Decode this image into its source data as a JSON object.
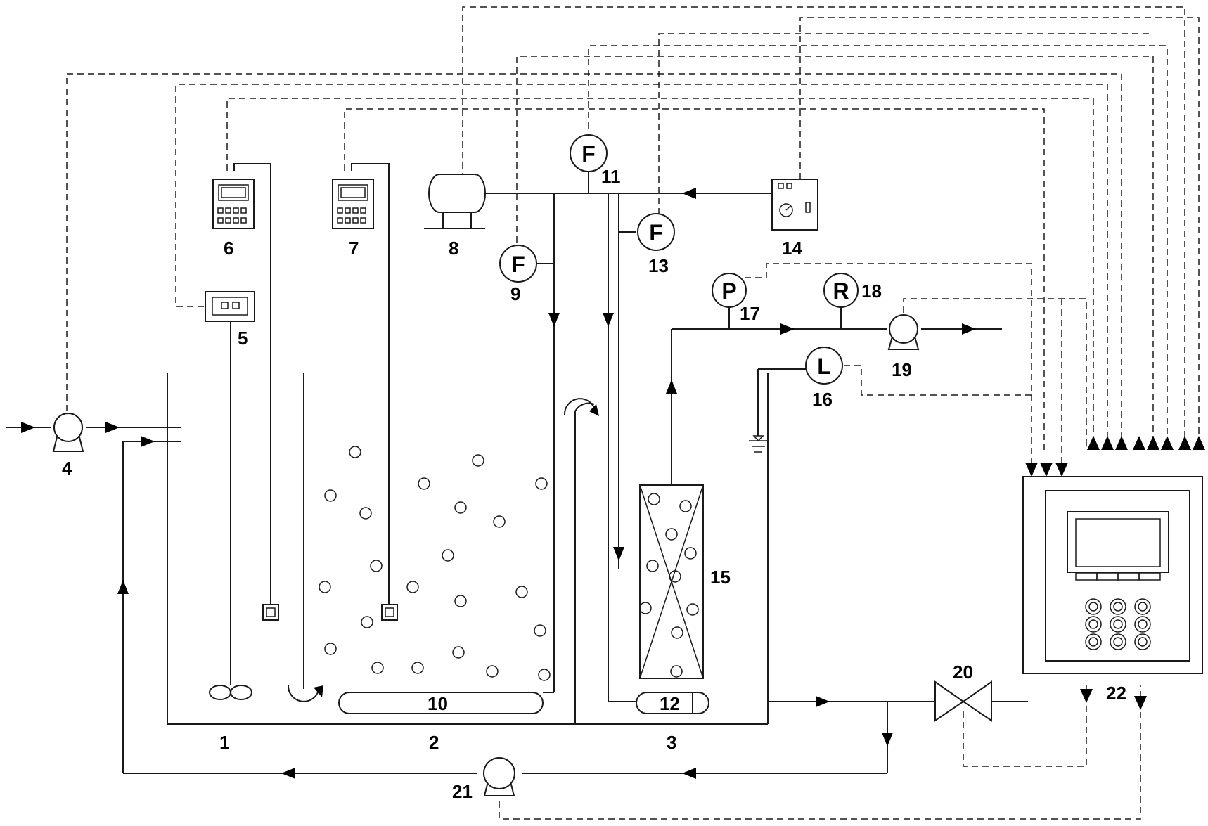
{
  "labels": {
    "n1": "1",
    "n2": "2",
    "n3": "3",
    "n4": "4",
    "n5": "5",
    "n6": "6",
    "n7": "7",
    "n8": "8",
    "n9": "9",
    "n10": "10",
    "n11": "11",
    "n12": "12",
    "n13": "13",
    "n14": "14",
    "n15": "15",
    "n16": "16",
    "n17": "17",
    "n18": "18",
    "n19": "19",
    "n20": "20",
    "n21": "21",
    "n22": "22"
  },
  "meters": {
    "flow": "F",
    "pressure": "P",
    "resistance": "R",
    "level": "L"
  }
}
